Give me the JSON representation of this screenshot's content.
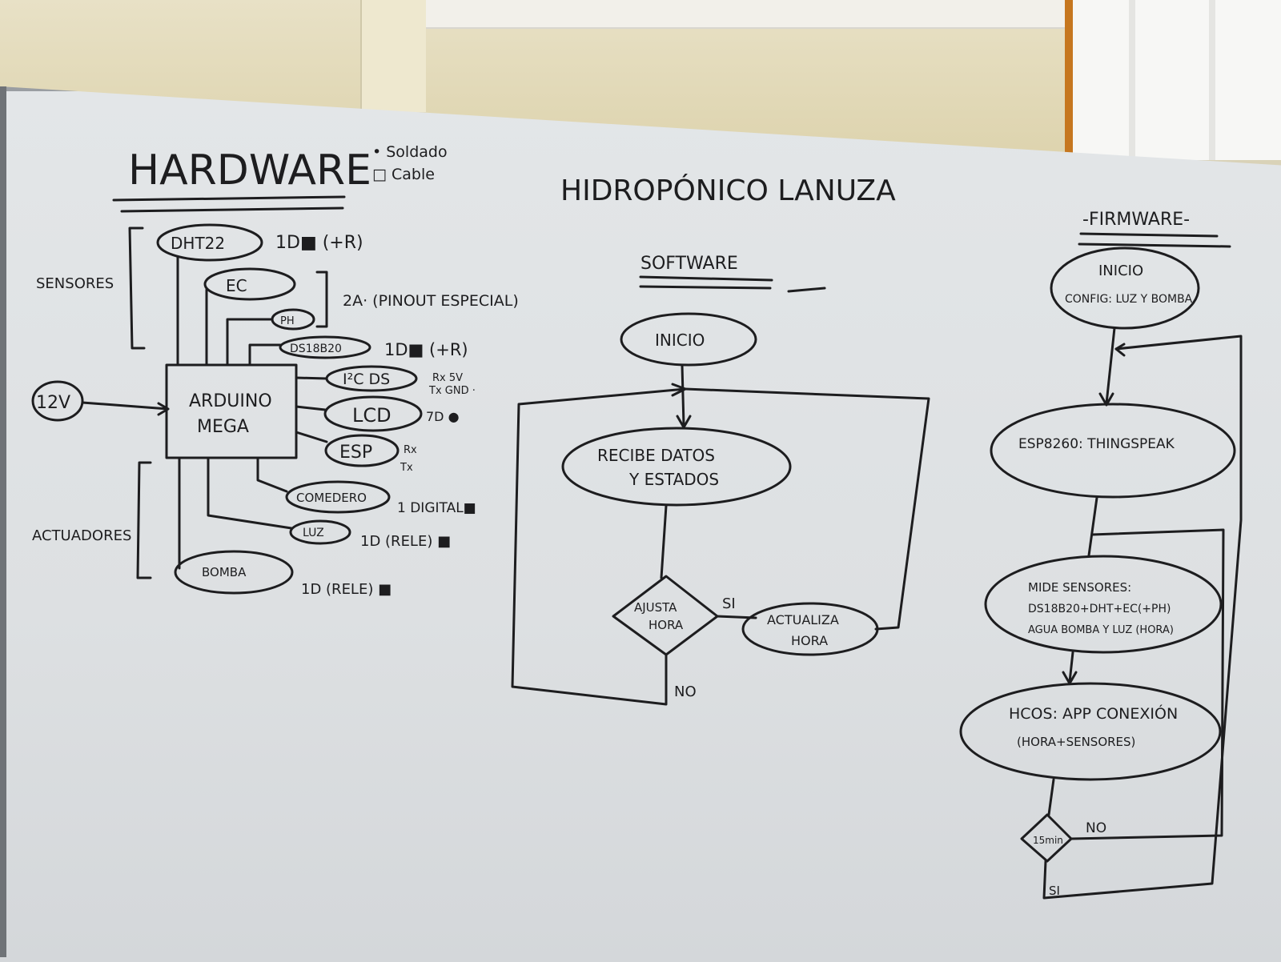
{
  "hardware": {
    "title": "HARDWARE",
    "legend": [
      "• Soldado",
      "□ Cable"
    ],
    "sensores_label": "SENSORES",
    "actuadores_label": "ACTUADORES",
    "power": "12V",
    "mcu": [
      "ARDUINO",
      "MEGA"
    ],
    "dht22": "DHT22",
    "dht22_note": "1D■ (+R)",
    "ec": "EC",
    "ph": "PH",
    "ec_ph_note": "2A· (PINOUT ESPECIAL)",
    "ds18b20": "DS18B20",
    "ds18b20_note": "1D■ (+R)",
    "rtc": "I²C DS",
    "rtc_note1": "Rx 5V",
    "rtc_note2": "Tx GND ·",
    "lcd": "LCD",
    "lcd_note": "7D ●",
    "esp": "ESP",
    "esp_note1": "Rx",
    "esp_note2": "Tx",
    "comedero": "COMEDERO",
    "comedero_note": "1 DIGITAL■",
    "luz": "LUZ",
    "luz_note": "1D (RELE) ■",
    "bomba": "BOMBA",
    "bomba_note": "1D (RELE) ■"
  },
  "header": {
    "title": "HIDROPÓNICO LANUZA"
  },
  "software": {
    "title": "SOFTWARE",
    "inicio": "INICIO",
    "recibe": [
      "RECIBE DATOS",
      "Y ESTADOS"
    ],
    "ajusta": [
      "AJUSTA",
      "HORA"
    ],
    "si": "SI",
    "no": "NO",
    "actualiza": [
      "ACTUALIZA",
      "HORA"
    ]
  },
  "firmware": {
    "title": "-FIRMWARE-",
    "inicio": "INICIO",
    "config": "CONFIG: LUZ Y BOMBA",
    "esp": "ESP8260: THINGSPEAK",
    "mide": [
      "MIDE SENSORES:",
      "DS18B20+DHT+EC(+PH)",
      "AGUA BOMBA Y LUZ (HORA)"
    ],
    "hcos": "HCOS: APP CONEXIÓN",
    "hcos2": "(HORA+SENSORES)",
    "timer": "15min",
    "no": "NO",
    "si": "SI"
  }
}
